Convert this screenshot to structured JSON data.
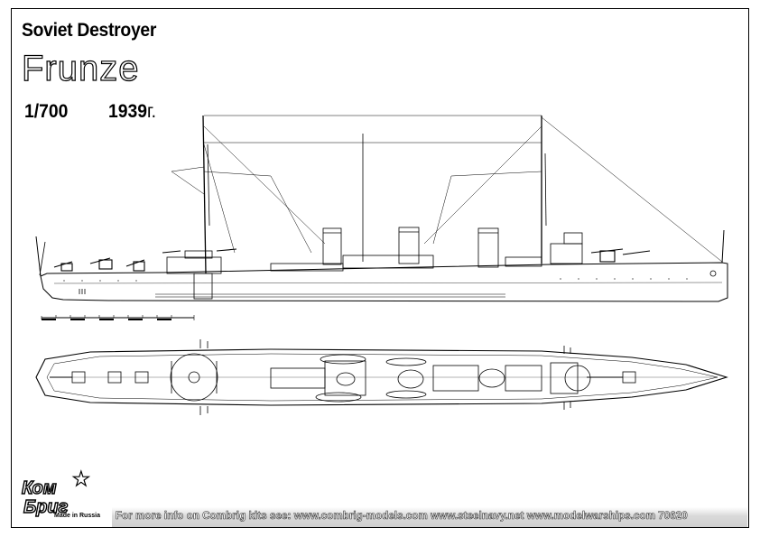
{
  "header": {
    "subtitle": "Soviet Destroyer",
    "ship_name": "Frunze",
    "scale": "1/700",
    "year": "1939",
    "year_suffix": "г."
  },
  "logo": {
    "line1": "Ком",
    "line2": "Бриг",
    "made_in": "Made in Russia",
    "star_icon": "star-icon"
  },
  "footer": {
    "info": "For more info on Combrig kits see: www.combrig-models.com www.steelnavy.net  www.modelwarships.com  70620"
  },
  "colors": {
    "line": "#000000",
    "background": "#ffffff",
    "footer_band": "#cfcfcf"
  }
}
